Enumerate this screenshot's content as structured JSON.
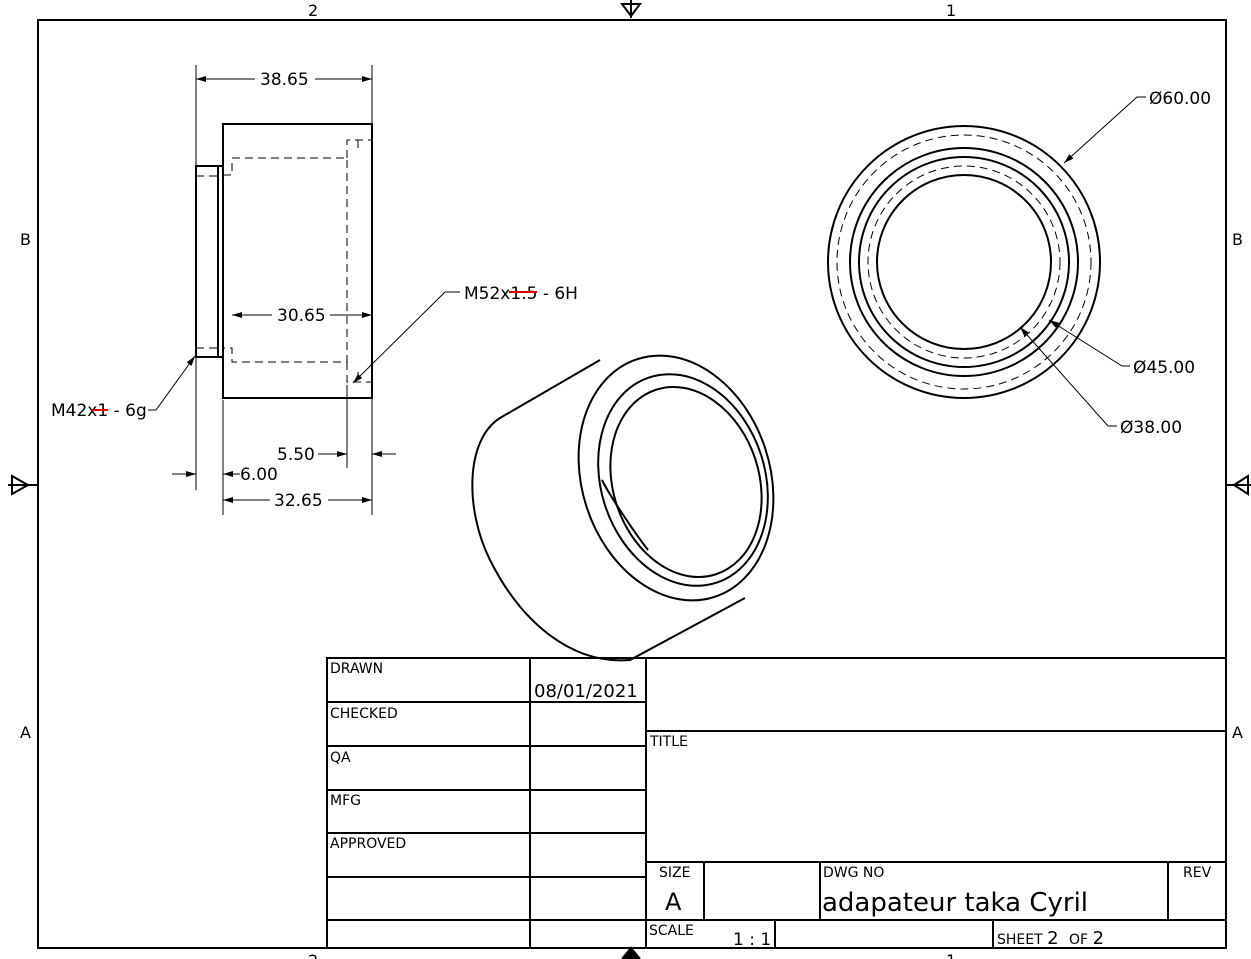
{
  "zones": {
    "top_left": "2",
    "top_right": "1",
    "bottom_left": "2",
    "bottom_right": "1",
    "row_b": "B",
    "row_a": "A"
  },
  "side_view": {
    "dim_overall": "38.65",
    "dim_bore_depth": "30.65",
    "dim_thread_depth": "5.50",
    "dim_flange": "6.00",
    "dim_body": "32.65",
    "thread_internal": {
      "prefix": "M52x",
      "struck": "1.5",
      "suffix": " - 6H"
    },
    "thread_external": {
      "prefix": "M42x",
      "struck": "1",
      "suffix": " - 6g"
    }
  },
  "end_view": {
    "dia_outer": "Ø60.00",
    "dia_mid": "Ø45.00",
    "dia_inner": "Ø38.00"
  },
  "title_block": {
    "drawn_label": "DRAWN",
    "drawn_date": "08/01/2021",
    "checked_label": "CHECKED",
    "qa_label": "QA",
    "mfg_label": "MFG",
    "approved_label": "APPROVED",
    "title_label": "TITLE",
    "size_label": "SIZE",
    "size_value": "A",
    "dwg_no_label": "DWG NO",
    "dwg_no_value": "adapateur taka Cyril",
    "rev_label": "REV",
    "scale_label": "SCALE",
    "scale_value": "1 : 1",
    "sheet_label": "SHEET",
    "sheet_number": "2",
    "sheet_of_label": "OF",
    "sheet_total": "2"
  },
  "colors": {
    "strike": "#e00000"
  }
}
